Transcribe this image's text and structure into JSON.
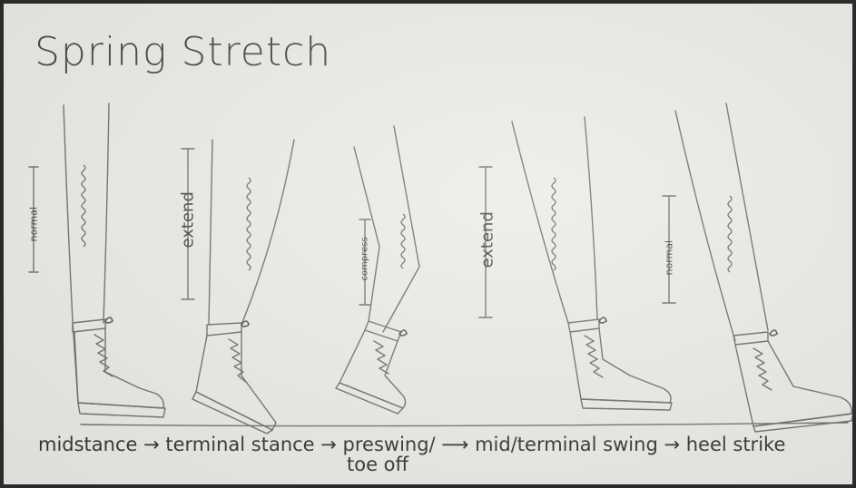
{
  "title": "Spring Stretch",
  "figures": [
    {
      "label": "normal"
    },
    {
      "label": "extend"
    },
    {
      "label": "compress"
    },
    {
      "label": "extend"
    },
    {
      "label": "normal"
    }
  ],
  "gait_sequence": {
    "line1": "midstance → terminal stance → preswing/  ⟶ mid/terminal swing → heel strike",
    "line2": "toe off"
  }
}
